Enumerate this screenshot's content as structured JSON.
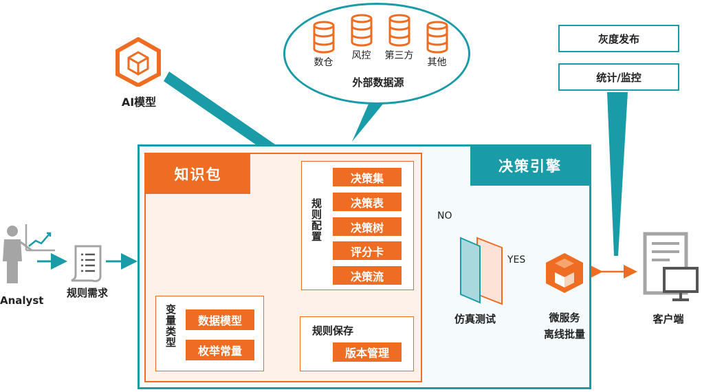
{
  "external": {
    "sources": [
      "数仓",
      "风控",
      "第三方",
      "其他"
    ],
    "title": "外部数据源"
  },
  "ai_model": {
    "label": "AI模型"
  },
  "analyst": {
    "label": "Analyst"
  },
  "requirements": {
    "label": "规则需求"
  },
  "engine": {
    "title": "决策引擎"
  },
  "knowledge": {
    "title": "知识包",
    "rule_config_label": "规则配置",
    "rule_items": [
      "决策集",
      "决策表",
      "决策树",
      "评分卡",
      "决策流"
    ],
    "variable_types_label": "变量类型",
    "variable_items": [
      "数据模型",
      "枚举常量"
    ],
    "rule_save_label": "规则保存",
    "version_mgmt": "版本管理"
  },
  "simulation": {
    "label": "仿真测试",
    "no": "NO",
    "yes": "YES"
  },
  "service": {
    "line1": "微服务",
    "line2": "离线批量"
  },
  "client": {
    "label": "客户端"
  },
  "ops": {
    "release": "灰度发布",
    "monitor": "统计/监控"
  },
  "colors": {
    "orange": "#ee6d23",
    "teal": "#1a9ba8",
    "gray": "#a5a5a5"
  }
}
